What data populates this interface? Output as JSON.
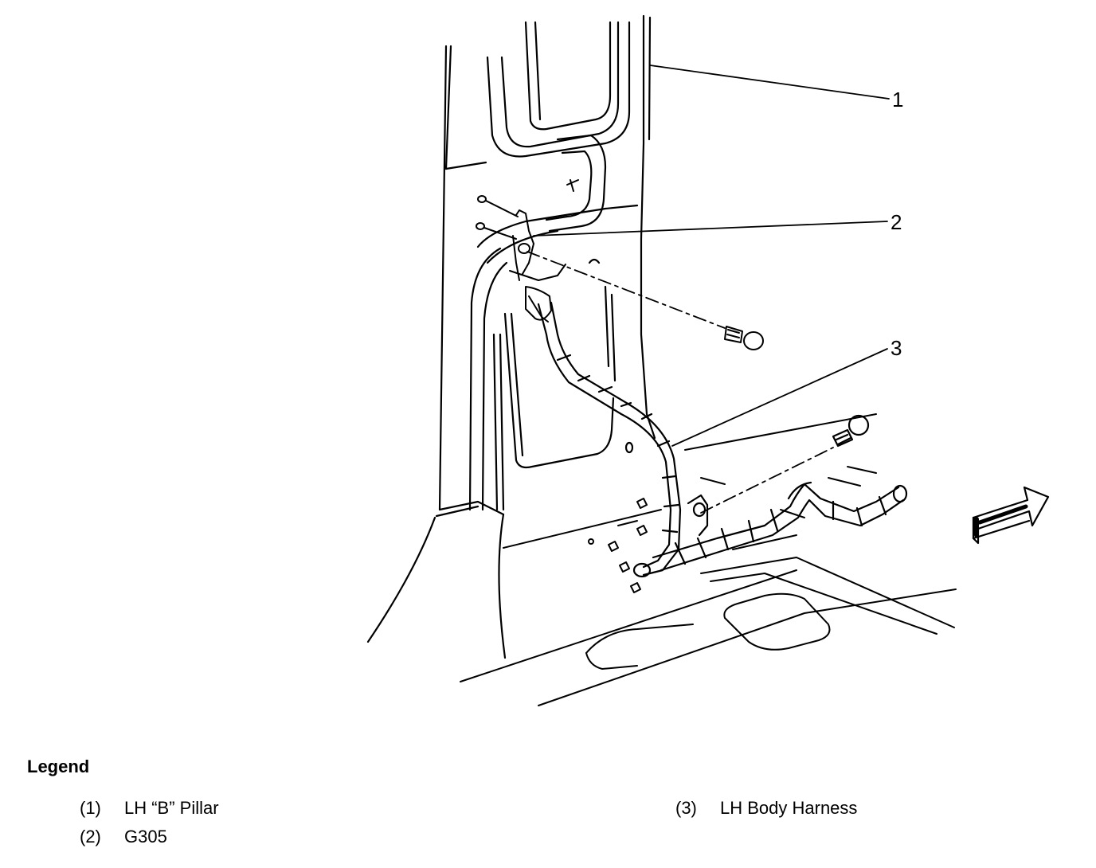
{
  "callouts": [
    {
      "number": "1"
    },
    {
      "number": "2"
    },
    {
      "number": "3"
    }
  ],
  "legend": {
    "title": "Legend",
    "items": [
      {
        "number": "(1)",
        "label": "LH “B” Pillar"
      },
      {
        "number": "(2)",
        "label": "G305"
      },
      {
        "number": "(3)",
        "label": "LH Body Harness"
      }
    ]
  }
}
